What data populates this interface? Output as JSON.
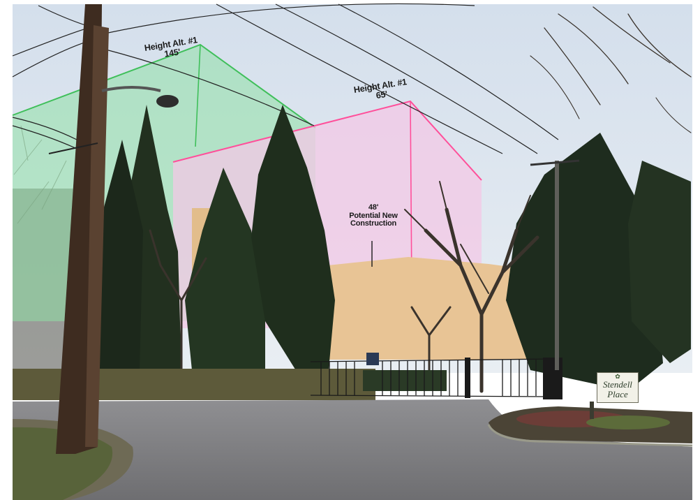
{
  "labels": {
    "alt1_145": {
      "line1": "Height Alt. #1",
      "line2": "145'"
    },
    "alt1_65": {
      "line1": "Height Alt. #1",
      "line2": "65'"
    },
    "new_48": {
      "line1": "48'",
      "line2": "Potential New",
      "line3": "Construction"
    }
  },
  "sign": {
    "line1": "Stendell",
    "line2": "Place",
    "logo_icon": "leaf-icon"
  },
  "colors": {
    "alt_145_outline": "#3fbf5a",
    "alt_145_fill": "#8fe0a6",
    "alt_65_outline": "#ff4f9a",
    "alt_65_fill": "#f3c8e6",
    "building": "#e8c495",
    "sky": "#dce5ef"
  }
}
